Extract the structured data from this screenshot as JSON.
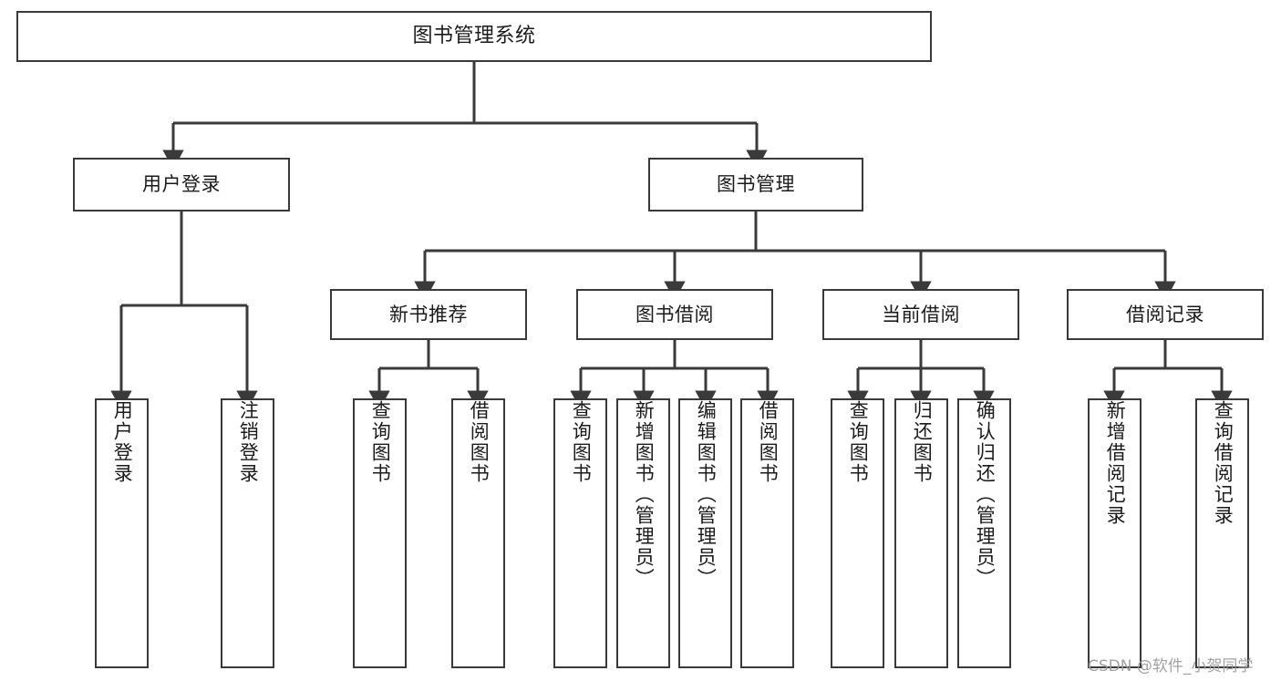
{
  "diagram": {
    "title": "图书管理系统",
    "type": "tree-hierarchy-diagram",
    "colors": {
      "box_border": "#3a3a3a",
      "box_fill": "#ffffff",
      "edge": "#3a3a3a",
      "text": "#1b1b1b",
      "watermark": "#9a9a9a",
      "background": "#ffffff"
    },
    "nodes": {
      "root": {
        "label": "图书管理系统",
        "orientation": "horizontal"
      },
      "level2": [
        {
          "label": "用户登录",
          "orientation": "horizontal"
        },
        {
          "label": "图书管理",
          "orientation": "horizontal"
        }
      ],
      "level3": [
        {
          "label": "新书推荐",
          "orientation": "horizontal"
        },
        {
          "label": "图书借阅",
          "orientation": "horizontal"
        },
        {
          "label": "当前借阅",
          "orientation": "horizontal"
        },
        {
          "label": "借阅记录",
          "orientation": "horizontal"
        }
      ],
      "leaves": {
        "user_login": [
          {
            "label": "用户登录",
            "orientation": "vertical"
          },
          {
            "label": "注销登录",
            "orientation": "vertical"
          }
        ],
        "new_book_recommend": [
          {
            "label": "查询图书",
            "orientation": "vertical"
          },
          {
            "label": "借阅图书",
            "orientation": "vertical"
          }
        ],
        "book_borrow": [
          {
            "label": "查询图书",
            "orientation": "vertical"
          },
          {
            "label": "新增图书（管理员）",
            "orientation": "vertical"
          },
          {
            "label": "编辑图书（管理员）",
            "orientation": "vertical"
          },
          {
            "label": "借阅图书",
            "orientation": "vertical"
          }
        ],
        "current_borrow": [
          {
            "label": "查询图书",
            "orientation": "vertical"
          },
          {
            "label": "归还图书",
            "orientation": "vertical"
          },
          {
            "label": "确认归还（管理员）",
            "orientation": "vertical"
          }
        ],
        "borrow_record": [
          {
            "label": "新增借阅记录",
            "orientation": "vertical"
          },
          {
            "label": "查询借阅记录",
            "orientation": "vertical"
          }
        ]
      }
    },
    "watermark": "CSDN @软件_小贺同学"
  }
}
